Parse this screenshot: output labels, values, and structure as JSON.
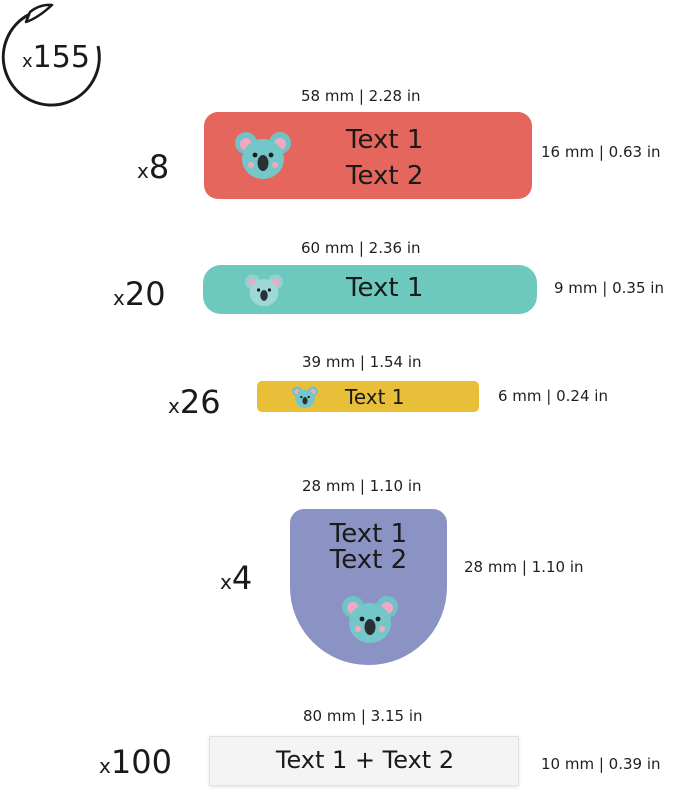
{
  "badge": {
    "prefix": "x",
    "count": "155"
  },
  "labels": [
    {
      "qty_prefix": "x",
      "qty": "8",
      "width_dim": "58 mm | 2.28 in",
      "height_dim": "16 mm | 0.63 in",
      "line1": "Text 1",
      "line2": "Text 2",
      "color": "#e4665d",
      "icon": "koala-icon"
    },
    {
      "qty_prefix": "x",
      "qty": "20",
      "width_dim": "60 mm | 2.36 in",
      "height_dim": "9 mm | 0.35 in",
      "line1": "Text 1",
      "color": "#6dc8be",
      "icon": "koala-icon"
    },
    {
      "qty_prefix": "x",
      "qty": "26",
      "width_dim": "39 mm | 1.54 in",
      "height_dim": "6 mm | 0.24 in",
      "line1": "Text 1",
      "color": "#e9bf3a",
      "icon": "koala-icon"
    },
    {
      "qty_prefix": "x",
      "qty": "4",
      "width_dim": "28 mm | 1.10 in",
      "height_dim": "28 mm | 1.10 in",
      "line1": "Text 1",
      "line2": "Text 2",
      "color": "#8b93c5",
      "icon": "koala-icon"
    },
    {
      "qty_prefix": "x",
      "qty": "100",
      "width_dim": "80 mm | 3.15 in",
      "height_dim": "10 mm | 0.39 in",
      "line1": "Text 1 + Text 2",
      "color": "#f4f4f4",
      "icon": ""
    }
  ]
}
